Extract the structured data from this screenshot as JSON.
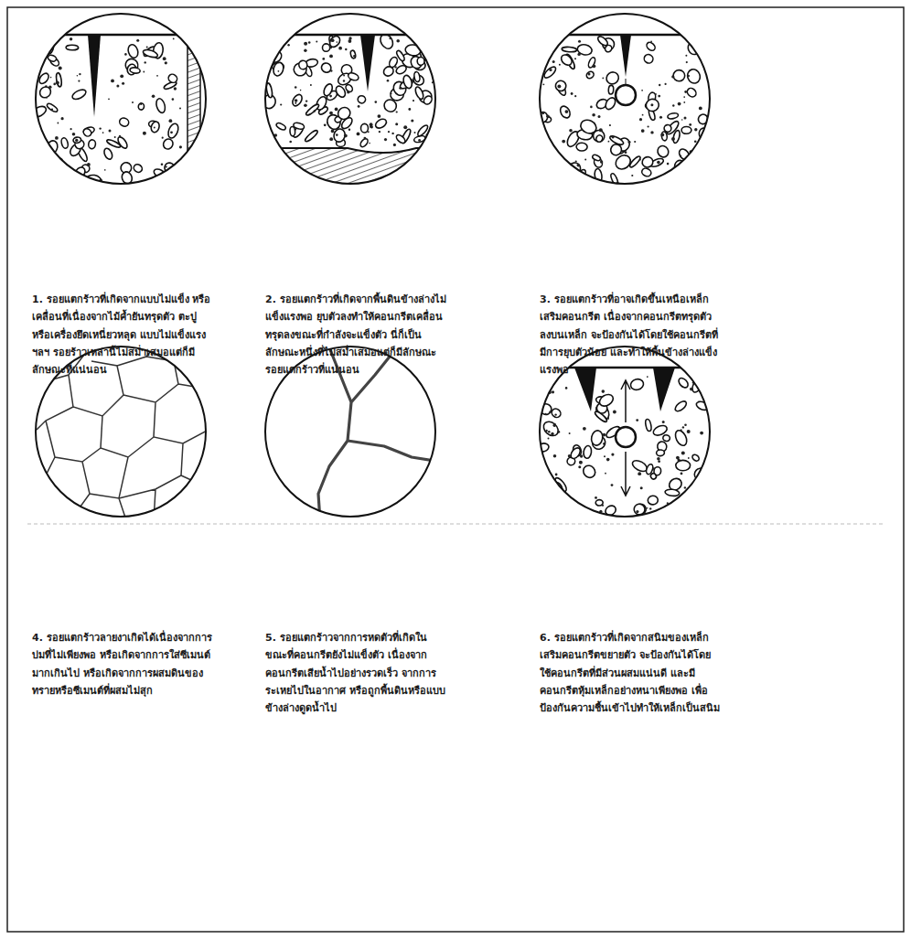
{
  "diagram": {
    "labels": [
      "1. รอยแตกร้าวที่เกิดจากแบบไม่แข็ง หรือเคลื่อนที่เนื่องจากไม้ค้ำยันทรุดตัว ตะปูหรือเครื่องยึดเหนี่ยวหลุด แบบไม่แข็งแรง ฯลฯ รอยร้าวเหล่านี้ไม่สม่ำเสมอแต่ก็มีลักษณะที่แน่นอน",
      "2. รอยแตกร้าวที่เกิดจากพื้นดินข้างล่างไม่แข็งแรงพอ ยุบตัวลงทำให้คอนกรีตเคลื่อนทรุดลงขณะที่กำลังจะแข็งตัว นี่ก็เป็นลักษณะหนึ่งที่ไม่สม่ำเสมอแต่ก็มีลักษณะรอยแตกร้าวที่แน่นอน",
      "3. รอยแตกร้าวที่อาจเกิดขึ้นเหนือเหล็กเสริมคอนกรีต เนื่องจากคอนกรีตทรุดตัวลงบนเหล็ก จะป้องกันได้โดยใช้คอนกรีตที่มีการยุบตัวน้อย และทำให้พื้นข้างล่างแข็งแรงพอ",
      "4. รอยแตกร้าวลายงาเกิดได้เนื่องจากการบ่มที่ไม่เพียงพอ หรือเกิดจากการใส่ซีเมนต์มากเกินไป หรือเกิดจากการผสมดินของทรายหรือซีเมนต์ที่ผสมไม่สุก",
      "5. รอยแตกร้าวจากการหดตัวที่เกิดในขณะที่คอนกรีตยังไม่แข็งตัว เนื่องจากคอนกรีตเสียน้ำไปอย่างรวดเร็ว จากการระเหยไปในอากาศ หรือถูกพื้นดินหรือแบบข้างล่างดูดน้ำไป",
      "6. รอยแตกร้าวที่เกิดจากสนิมของเหล็กเสริมคอนกรีตขยายตัว จะป้องกันได้โดยใช้คอนกรีตที่มีส่วนผสมแน่นดี และมีคอนกรีตหุ้มเหล็กอย่างหนาเพียงพอ เพื่อป้องกันความชื้นเข้าไปทำให้เหล็กเป็นสนิม"
    ]
  }
}
